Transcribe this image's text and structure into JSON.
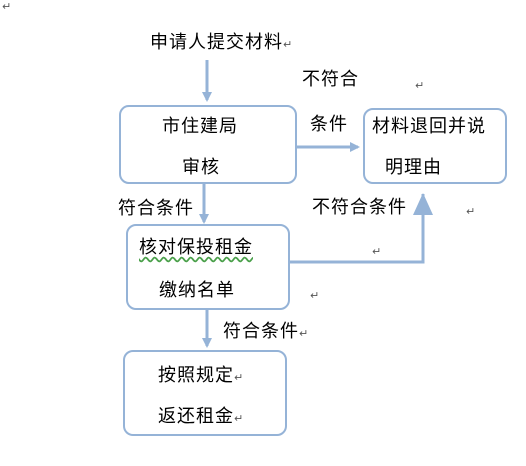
{
  "nodes": {
    "start": "申请人提交材料",
    "review_line1": "市住建局",
    "review_line2": "审核",
    "reject_line1": "材料退回并说",
    "reject_line2": "明理由",
    "verify_line1": "核对保投租金",
    "verify_line2": "缴纳名单",
    "refund_line1": "按照规定",
    "refund_line2": "返还租金"
  },
  "edge_labels": {
    "not_meet_top_line1": "不符合",
    "not_meet_top_line2": "条件",
    "meet1": "符合条件",
    "not_meet2": "不符合条件",
    "meet2": "符合条件"
  },
  "colors": {
    "line": "#95b3d7",
    "text": "#000000"
  }
}
